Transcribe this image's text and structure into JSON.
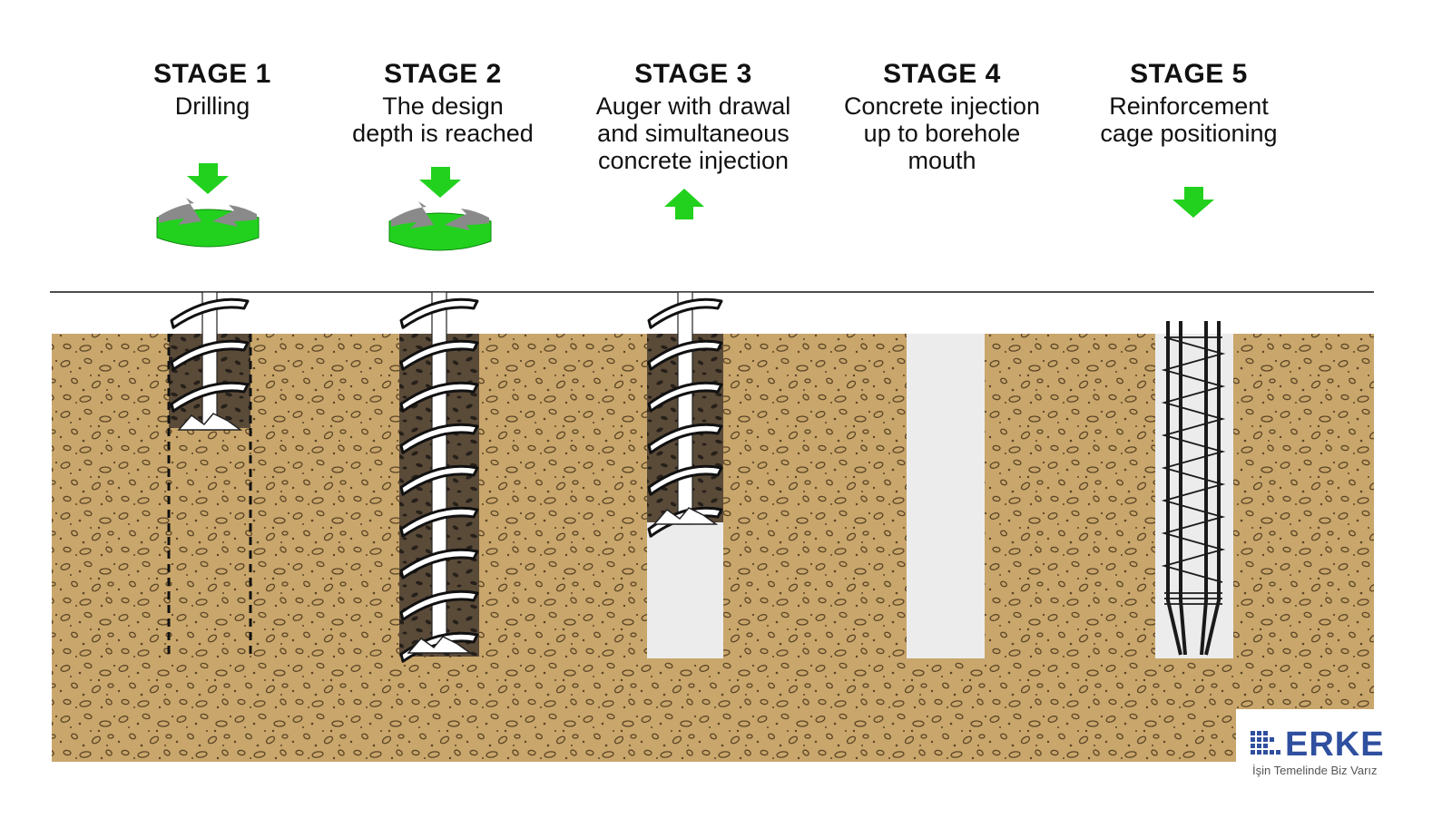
{
  "stages": [
    {
      "title": "STAGE 1",
      "desc": [
        "Drilling"
      ]
    },
    {
      "title": "STAGE 2",
      "desc": [
        "The design",
        "depth is reached"
      ]
    },
    {
      "title": "STAGE 3",
      "desc": [
        "Auger with drawal",
        "and simultaneous",
        "concrete injection"
      ]
    },
    {
      "title": "STAGE 4",
      "desc": [
        "Concrete injection",
        "up to borehole",
        "mouth"
      ]
    },
    {
      "title": "STAGE 5",
      "desc": [
        "Reinforcement",
        "cage positioning"
      ]
    }
  ],
  "logo": {
    "name": "ERKE",
    "tagline": "İşin Temelinde Biz Varız"
  },
  "colors": {
    "soil": "#c9a66b",
    "soil_speck": "#5b4526",
    "bore_dark": "#5a4a38",
    "concrete": "#ececec",
    "arrow_green": "#22d11e",
    "rotate_grey": "#8a8a8a",
    "logo_blue": "#2f4f9f"
  }
}
